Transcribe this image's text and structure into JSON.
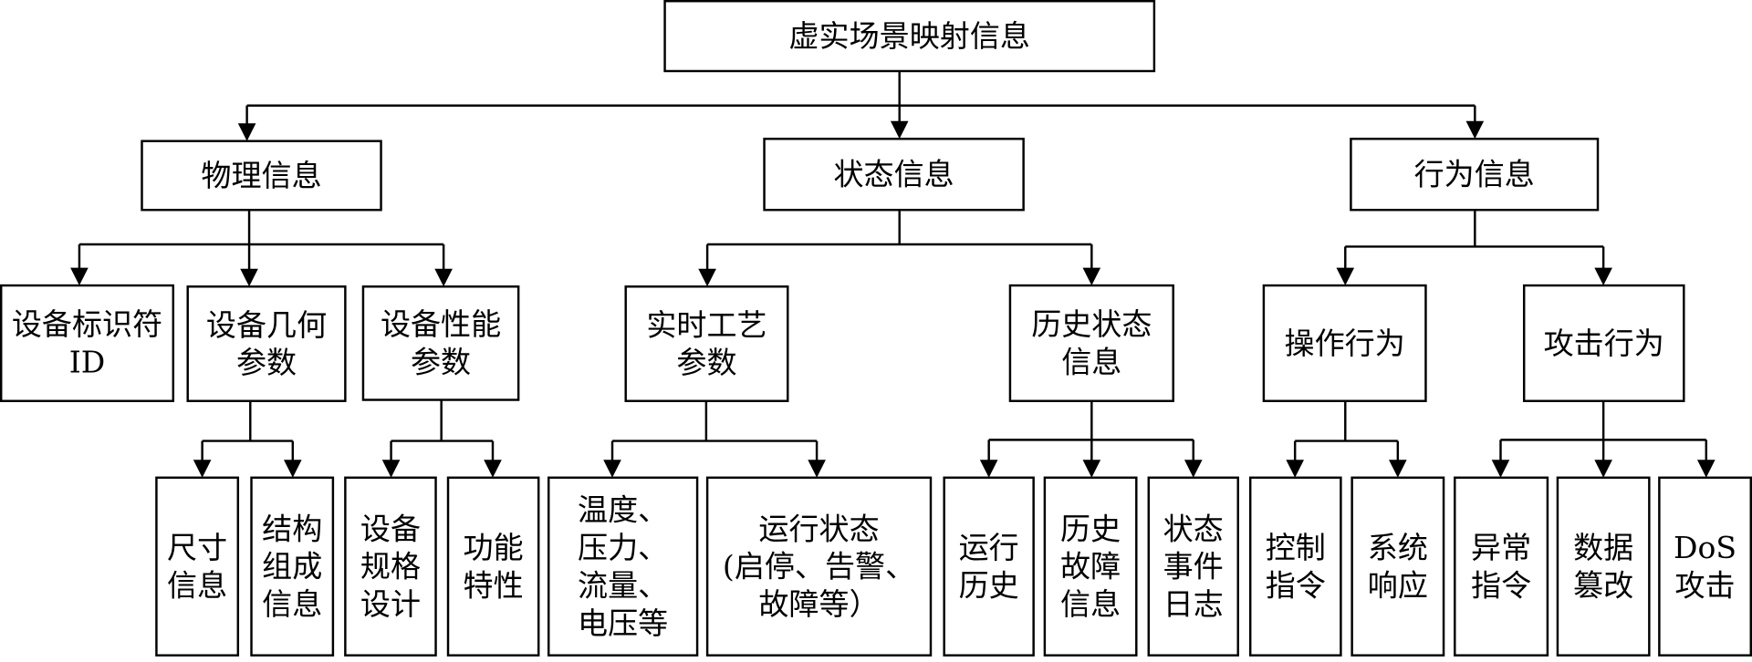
{
  "diagram": {
    "type": "hierarchy",
    "root": {
      "id": "root",
      "label": [
        "虚实场景映射信息"
      ],
      "children": [
        {
          "id": "physical",
          "label": [
            "物理信息"
          ],
          "children": [
            {
              "id": "device-id",
              "label": [
                "设备标识符",
                "ID"
              ],
              "children": []
            },
            {
              "id": "device-geometry",
              "label": [
                "设备几何",
                "参数"
              ],
              "children": [
                {
                  "id": "size-info",
                  "label": [
                    "尺寸",
                    "信息"
                  ],
                  "children": []
                },
                {
                  "id": "structure-info",
                  "label": [
                    "结构",
                    "组成",
                    "信息"
                  ],
                  "children": []
                }
              ]
            },
            {
              "id": "device-performance",
              "label": [
                "设备性能",
                "参数"
              ],
              "children": [
                {
                  "id": "spec-design",
                  "label": [
                    "设备",
                    "规格",
                    "设计"
                  ],
                  "children": []
                },
                {
                  "id": "function-feature",
                  "label": [
                    "功能",
                    "特性"
                  ],
                  "children": []
                }
              ]
            }
          ]
        },
        {
          "id": "state",
          "label": [
            "状态信息"
          ],
          "children": [
            {
              "id": "realtime-process",
              "label": [
                "实时工艺",
                "参数"
              ],
              "children": [
                {
                  "id": "temperature-etc",
                  "label": [
                    "温度、",
                    "压力、",
                    "流量、",
                    "电压等"
                  ],
                  "children": []
                },
                {
                  "id": "run-state",
                  "label": [
                    "运行状态",
                    "(启停、告警、",
                    "故障等）"
                  ],
                  "children": []
                }
              ]
            },
            {
              "id": "history-state",
              "label": [
                "历史状态",
                "信息"
              ],
              "children": [
                {
                  "id": "run-history",
                  "label": [
                    "运行",
                    "历史"
                  ],
                  "children": []
                },
                {
                  "id": "fault-history",
                  "label": [
                    "历史",
                    "故障",
                    "信息"
                  ],
                  "children": []
                },
                {
                  "id": "event-log",
                  "label": [
                    "状态",
                    "事件",
                    "日志"
                  ],
                  "children": []
                }
              ]
            }
          ]
        },
        {
          "id": "behavior",
          "label": [
            "行为信息"
          ],
          "children": [
            {
              "id": "operation",
              "label": [
                "操作行为"
              ],
              "children": [
                {
                  "id": "control-cmd",
                  "label": [
                    "控制",
                    "指令"
                  ],
                  "children": []
                },
                {
                  "id": "system-response",
                  "label": [
                    "系统",
                    "响应"
                  ],
                  "children": []
                }
              ]
            },
            {
              "id": "attack",
              "label": [
                "攻击行为"
              ],
              "children": [
                {
                  "id": "abnormal-cmd",
                  "label": [
                    "异常",
                    "指令"
                  ],
                  "children": []
                },
                {
                  "id": "data-tamper",
                  "label": [
                    "数据",
                    "篡改"
                  ],
                  "children": []
                },
                {
                  "id": "dos-attack",
                  "label": [
                    "DoS",
                    "攻击"
                  ],
                  "children": []
                }
              ]
            }
          ]
        }
      ]
    }
  }
}
